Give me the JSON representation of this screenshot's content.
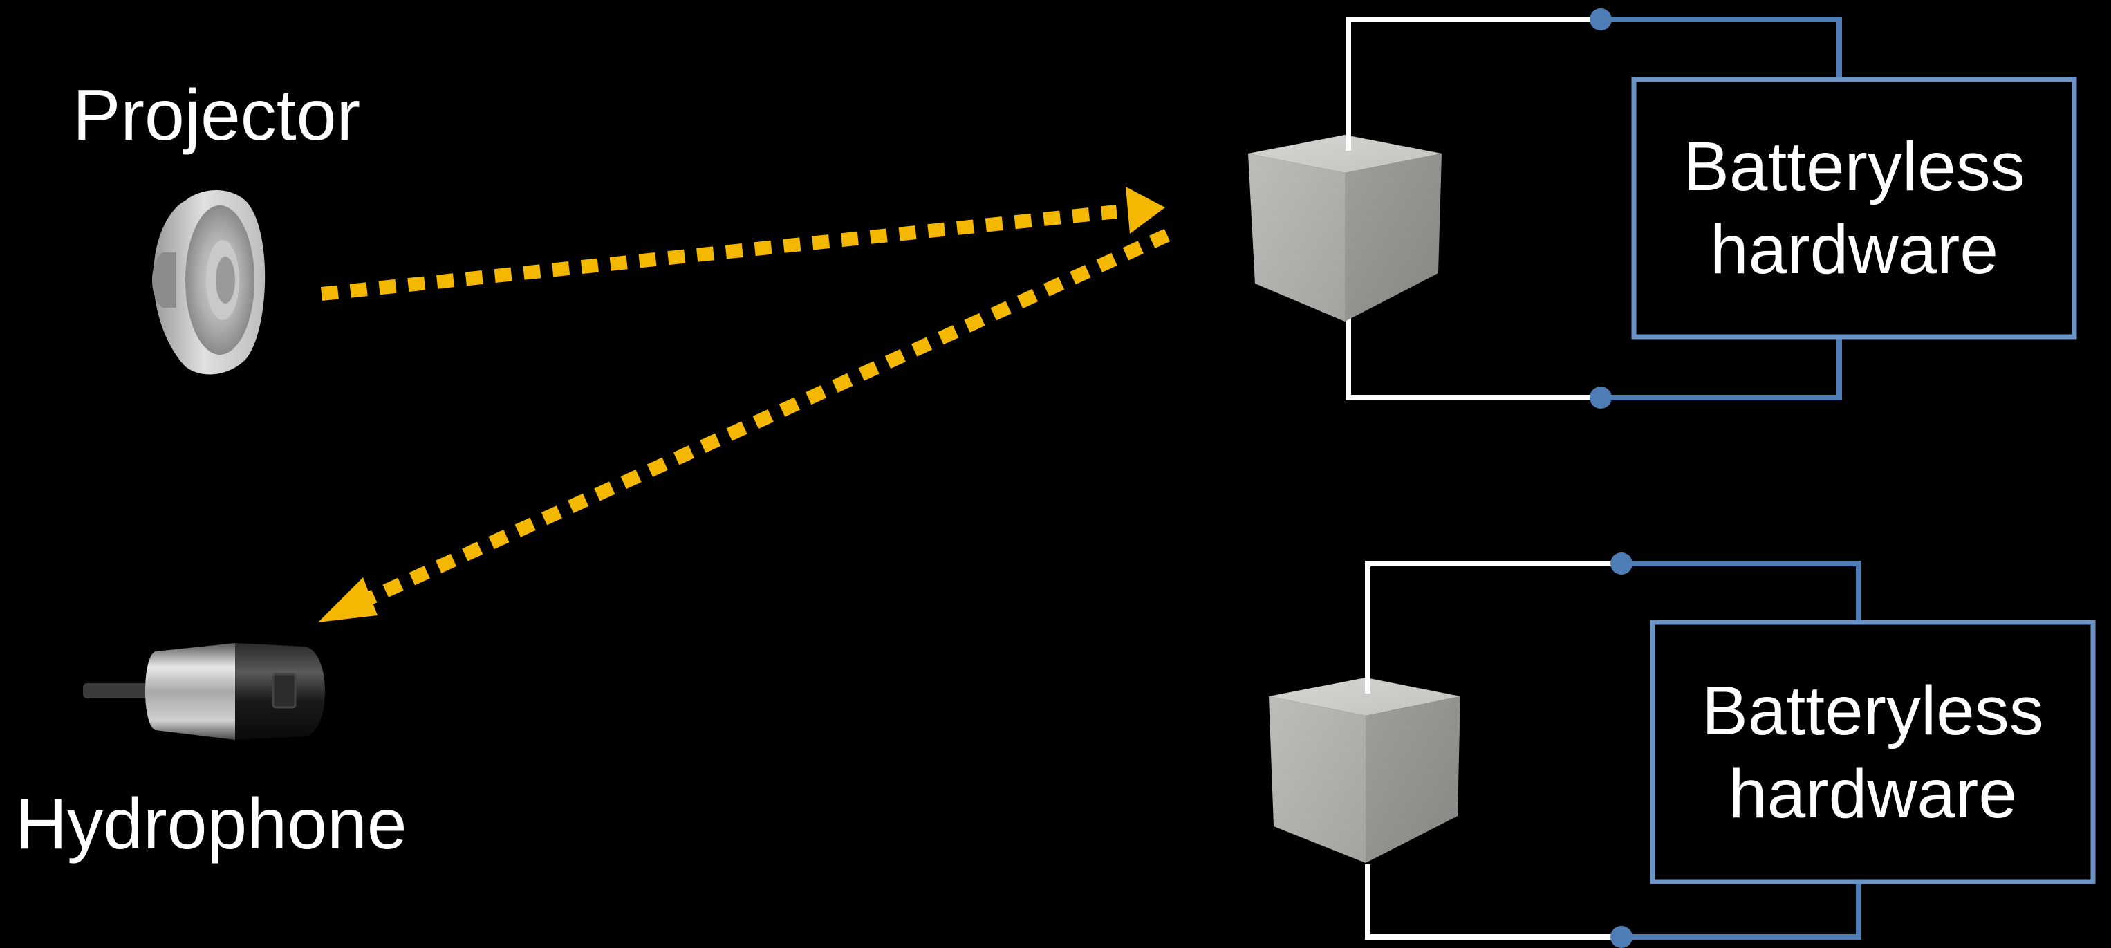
{
  "labels": {
    "projector": "Projector",
    "hydrophone": "Hydrophone"
  },
  "nodes": [
    {
      "line1": "Batteryless",
      "line2": "hardware"
    },
    {
      "line1": "Batteryless",
      "line2": "hardware"
    }
  ],
  "icons": {
    "projector": "speaker-icon",
    "hydrophone": "hydrophone-icon",
    "transducer": "cube-icon"
  },
  "colors": {
    "background": "#000000",
    "arrow": "#F5B800",
    "wire_white": "#FFFFFF",
    "wire_blue": "#4F7DB5",
    "box_border": "#6B95C8",
    "text": "#FFFFFF"
  }
}
